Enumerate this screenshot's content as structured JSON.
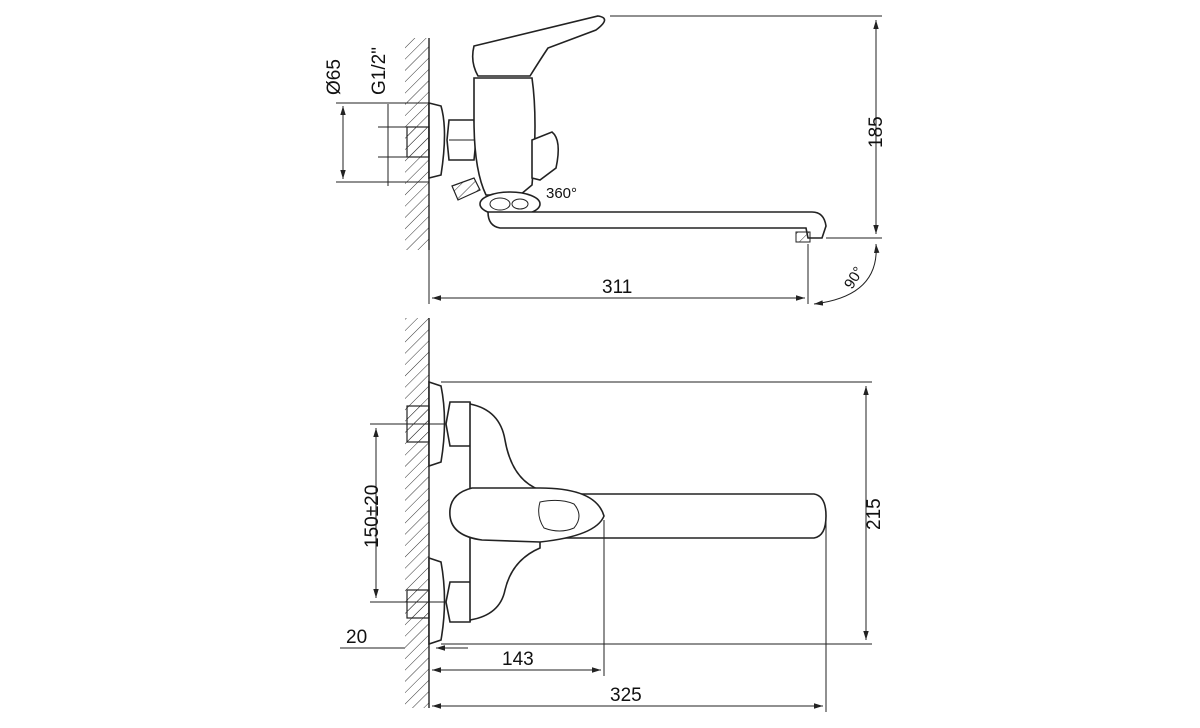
{
  "side_view": {
    "dim_diameter": "Ø65",
    "dim_thread": "G1/2\"",
    "dim_height": "185",
    "dim_rotation": "360°",
    "dim_spout_length": "311",
    "dim_angle": "90°"
  },
  "top_view": {
    "dim_centers": "150±20",
    "dim_offset": "20",
    "dim_handle_depth": "143",
    "dim_total_length": "325",
    "dim_total_height": "215"
  },
  "colors": {
    "line": "#222222",
    "background": "#ffffff"
  }
}
